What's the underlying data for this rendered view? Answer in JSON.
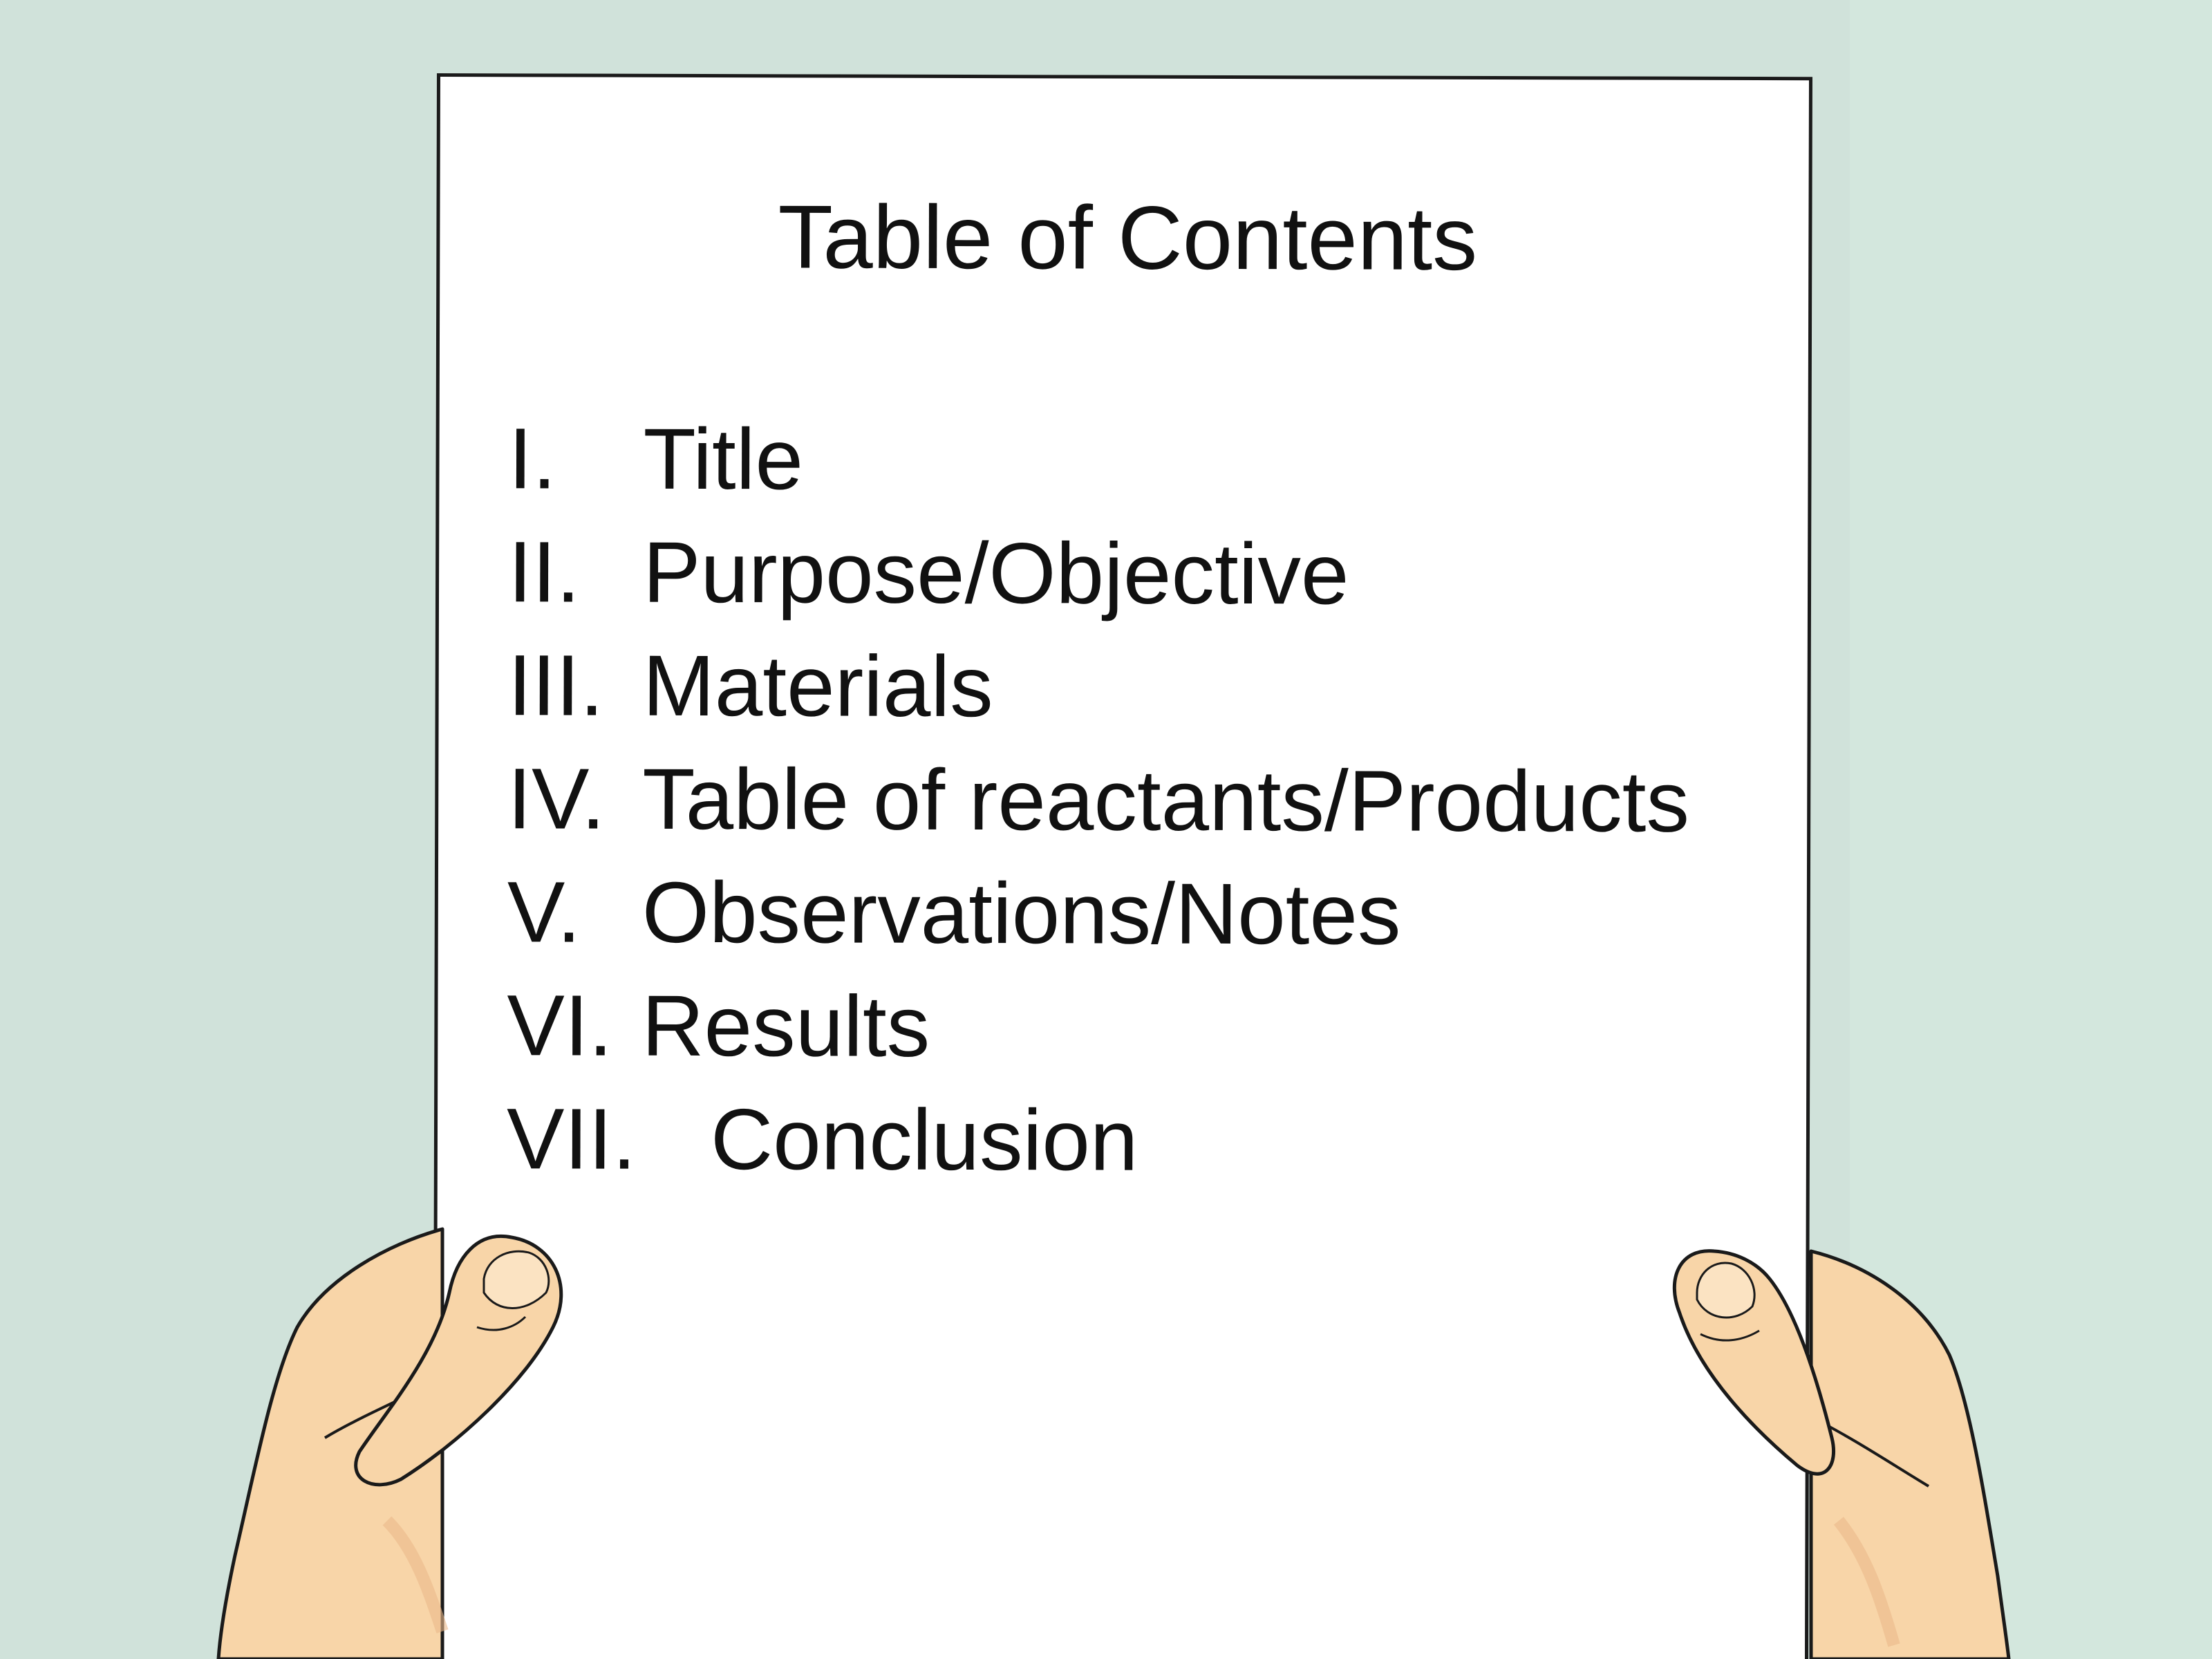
{
  "document": {
    "title": "Table of Contents",
    "items": [
      {
        "numeral": "I.",
        "label": "Title"
      },
      {
        "numeral": "II.",
        "label": "Purpose/Objective"
      },
      {
        "numeral": "III.",
        "label": "Materials"
      },
      {
        "numeral": "IV.",
        "label": "Table of reactants/Products"
      },
      {
        "numeral": "V.",
        "label": "Observations/Notes"
      },
      {
        "numeral": "VI.",
        "label": "Results"
      },
      {
        "numeral": "VII.",
        "label": "Conclusion"
      }
    ]
  },
  "colors": {
    "background": "#d0e2da",
    "paper": "#ffffff",
    "skin": "#f8d5a8",
    "skin_shadow": "#ebb98a",
    "outline": "#1a1a1a"
  },
  "icons": [
    "left-hand-icon",
    "right-hand-icon"
  ]
}
